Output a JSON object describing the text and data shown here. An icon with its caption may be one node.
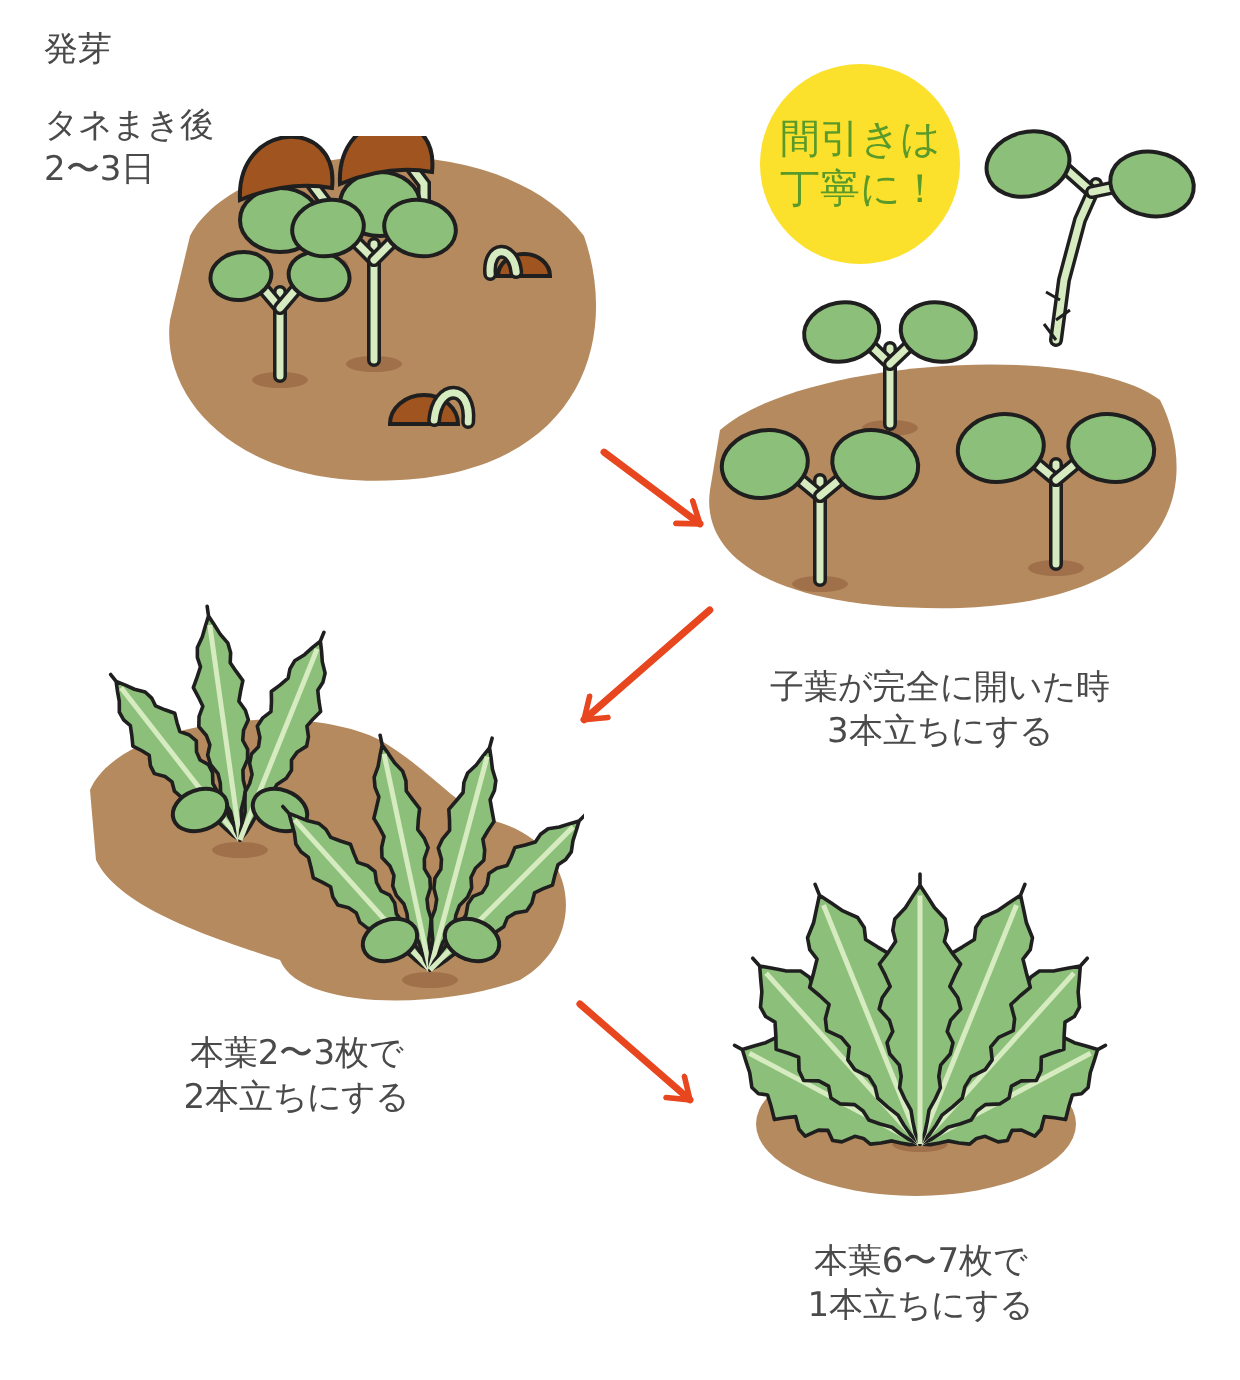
{
  "diagram": {
    "nodes": [
      {
        "text": [],
        "shape": "picture",
        "beside": [
          "発芽",
          "タネまき後2〜3日"
        ]
      },
      {
        "text": [
          "間引きは丁寧に！"
        ]
      },
      {
        "text": [],
        "shape": "picture",
        "beside": [
          "子葉が完全に開いた時3本立ちにする"
        ]
      },
      {
        "text": [],
        "shape": "picture",
        "beside": [
          "本葉2〜3枚で2本立ちにする"
        ]
      },
      {
        "text": [],
        "shape": "picture",
        "beside": [
          "本葉6〜7枚で1本立ちにする"
        ]
      }
    ],
    "edges": [
      {
        "from": 0,
        "to": 2,
        "arrow": "to"
      },
      {
        "from": 2,
        "to": 3,
        "arrow": "to"
      },
      {
        "from": 3,
        "to": 4,
        "arrow": "to"
      }
    ]
  }
}
